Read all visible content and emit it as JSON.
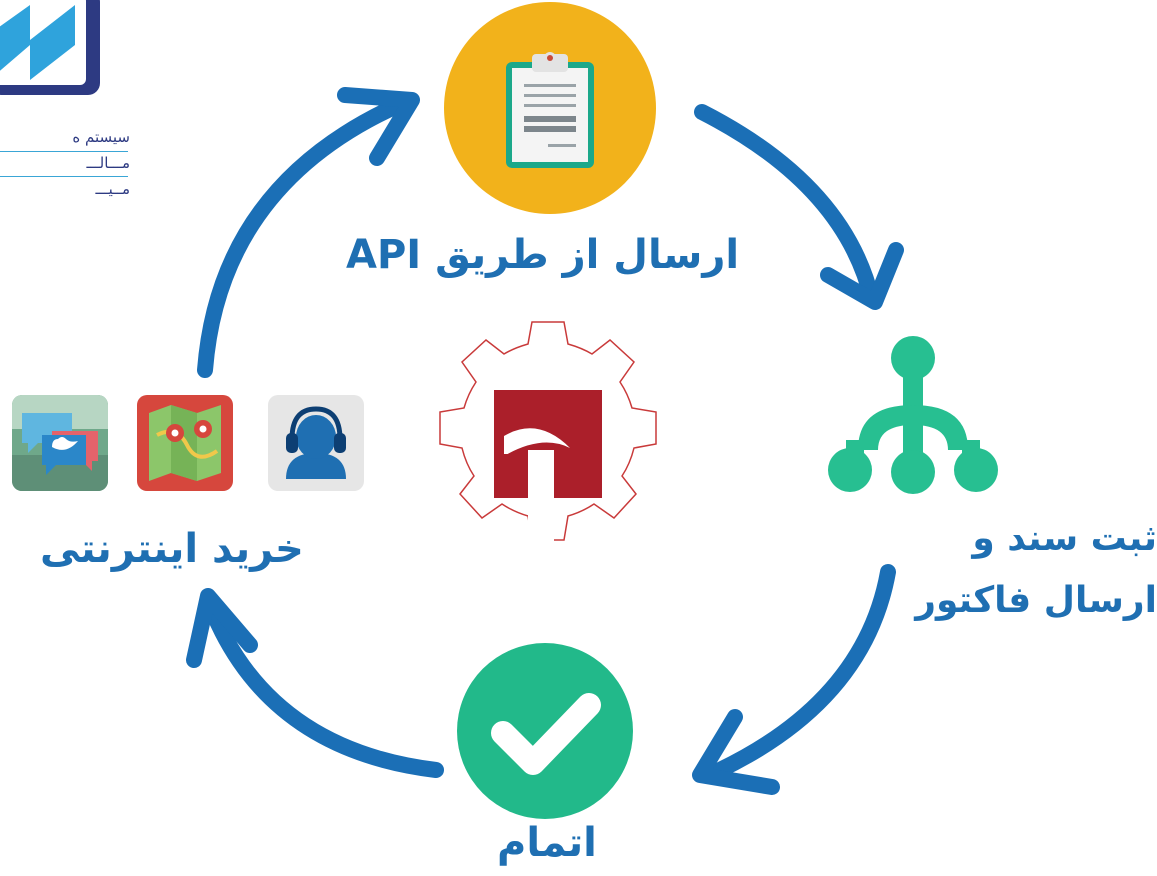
{
  "logo": {
    "line1": "سیستم ه",
    "line2": "مـــالـــ",
    "line3": "مــیـــ"
  },
  "steps": {
    "api_send": "ارسال از طریق API",
    "record_line1": "ثبت سند و",
    "record_line2": "ارسال فاکتور",
    "complete": "اتمام",
    "online_purchase": "خرید اینترنتی"
  },
  "icons": {
    "top": "clipboard-icon",
    "right": "network-branch-icon",
    "bottom": "checkmark-icon",
    "left": [
      "chat-twitter-icon",
      "map-icon",
      "headset-support-icon"
    ],
    "center": "gear-logo-icon"
  },
  "colors": {
    "arrow": "#1b6fb6",
    "label": "#1f6fb2",
    "clipboard_circle": "#f2b21b",
    "branch": "#27bf91",
    "check_circle": "#22b98a",
    "logo_red": "#ab1f2a",
    "logo_blue": "#2d3a82"
  }
}
